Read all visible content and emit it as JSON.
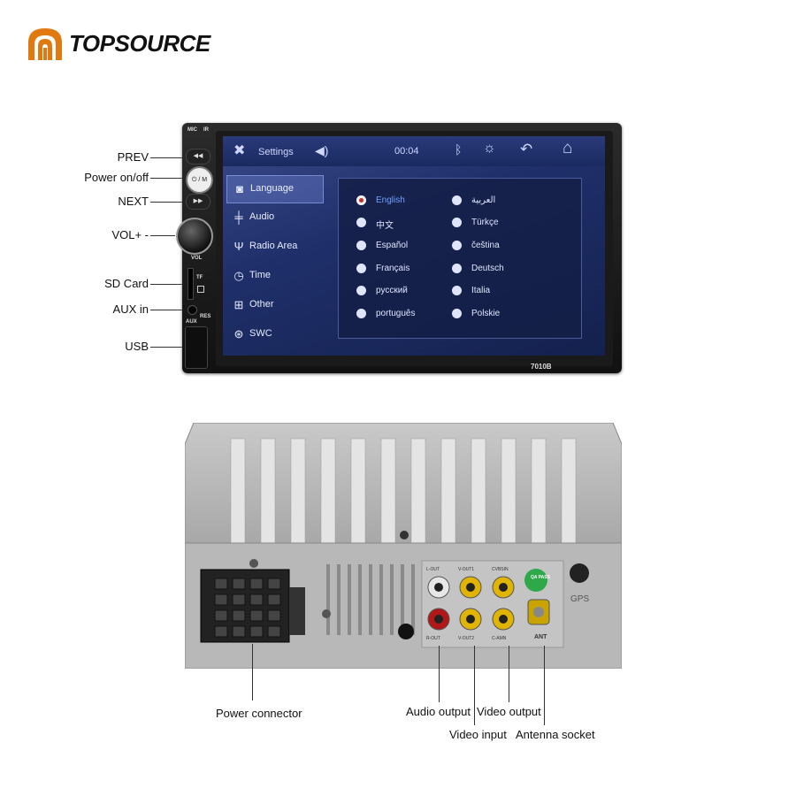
{
  "brand": {
    "name": "TOPSOURCE"
  },
  "front_labels": {
    "prev": "PREV",
    "power": "Power on/off",
    "next": "NEXT",
    "vol": "VOL+ -",
    "sd_card": "SD Card",
    "aux_in": "AUX in",
    "usb": "USB"
  },
  "unit": {
    "model": "7010B",
    "mic": "MIC",
    "ir": "IR",
    "power_btn": "⏻ / M",
    "tf": "TF",
    "aux": "AUX",
    "res": "RES",
    "vol_mark": "VOL"
  },
  "screen": {
    "title": "Settings",
    "time": "00:04",
    "menu": [
      {
        "label": "Language",
        "icon": "speech-bubble-icon",
        "active": true
      },
      {
        "label": "Audio",
        "icon": "equalizer-icon",
        "active": false
      },
      {
        "label": "Radio Area",
        "icon": "antenna-icon",
        "active": false
      },
      {
        "label": "Time",
        "icon": "clock-icon",
        "active": false
      },
      {
        "label": "Other",
        "icon": "grid-icon",
        "active": false
      },
      {
        "label": "SWC",
        "icon": "steering-wheel-icon",
        "active": false
      }
    ],
    "languages_left": [
      "English",
      "中文",
      "Español",
      "Français",
      "русский",
      "português"
    ],
    "languages_right": [
      "العربية",
      "Türkçe",
      "čeština",
      "Deutsch",
      "Italia",
      "Polskie"
    ],
    "selected_language": "English"
  },
  "back_labels": {
    "power_connector": "Power connector",
    "audio_output": "Audio output",
    "video_output": "Video output",
    "video_input": "Video input",
    "antenna_socket": "Antenna socket",
    "gps": "GPS",
    "qa_pass": "QA PASS",
    "ant": "ANT",
    "port_top_1": "L-OUT",
    "port_top_2": "V-OUT1",
    "port_top_3": "CVBSIN",
    "port_bot_1": "R-OUT",
    "port_bot_2": "V-OUT2",
    "port_bot_3": "C-AMN"
  },
  "colors": {
    "screen_blue": "#1f2f6a",
    "rca_yellow": "#e0b400",
    "rca_red": "#b01818",
    "rca_white": "#e8e8e8",
    "qa_green": "#2fa84a"
  }
}
